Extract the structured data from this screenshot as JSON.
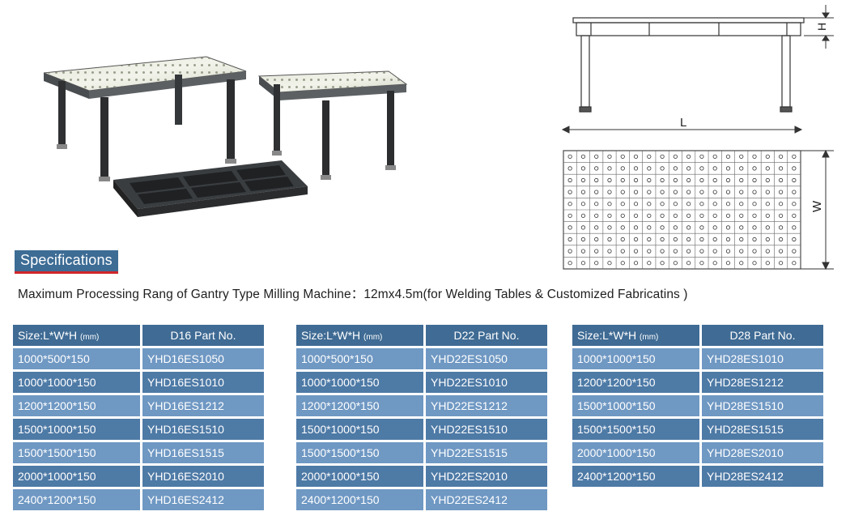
{
  "drawing": {
    "dim_h": "H",
    "dim_l": "L",
    "dim_w": "W"
  },
  "specifications": {
    "heading": "Specifications",
    "subtitle": "Maximum Processing Rang of Gantry Type Milling Machine：12mx4.5m(for Welding Tables & Customized Fabricatins )"
  },
  "tables": [
    {
      "size_header": "Size:L*W*H",
      "unit": "(mm)",
      "part_header": "D16 Part No.",
      "rows": [
        {
          "size": "1000*500*150",
          "part": "YHD16ES1050"
        },
        {
          "size": "1000*1000*150",
          "part": "YHD16ES1010"
        },
        {
          "size": "1200*1200*150",
          "part": "YHD16ES1212"
        },
        {
          "size": "1500*1000*150",
          "part": "YHD16ES1510"
        },
        {
          "size": "1500*1500*150",
          "part": "YHD16ES1515"
        },
        {
          "size": "2000*1000*150",
          "part": "YHD16ES2010"
        },
        {
          "size": "2400*1200*150",
          "part": "YHD16ES2412"
        }
      ]
    },
    {
      "size_header": "Size:L*W*H",
      "unit": "(mm)",
      "part_header": "D22 Part No.",
      "rows": [
        {
          "size": "1000*500*150",
          "part": "YHD22ES1050"
        },
        {
          "size": "1000*1000*150",
          "part": "YHD22ES1010"
        },
        {
          "size": "1200*1200*150",
          "part": "YHD22ES1212"
        },
        {
          "size": "1500*1000*150",
          "part": "YHD22ES1510"
        },
        {
          "size": "1500*1500*150",
          "part": "YHD22ES1515"
        },
        {
          "size": "2000*1000*150",
          "part": "YHD22ES2010"
        },
        {
          "size": "2400*1200*150",
          "part": "YHD22ES2412"
        }
      ]
    },
    {
      "size_header": "Size:L*W*H",
      "unit": "(mm)",
      "part_header": "D28 Part No.",
      "rows": [
        {
          "size": "1000*1000*150",
          "part": "YHD28ES1010"
        },
        {
          "size": "1200*1200*150",
          "part": "YHD28ES1212"
        },
        {
          "size": "1500*1000*150",
          "part": "YHD28ES1510"
        },
        {
          "size": "1500*1500*150",
          "part": "YHD28ES1515"
        },
        {
          "size": "2000*1000*150",
          "part": "YHD28ES2010"
        },
        {
          "size": "2400*1200*150",
          "part": "YHD28ES2412"
        }
      ]
    }
  ]
}
